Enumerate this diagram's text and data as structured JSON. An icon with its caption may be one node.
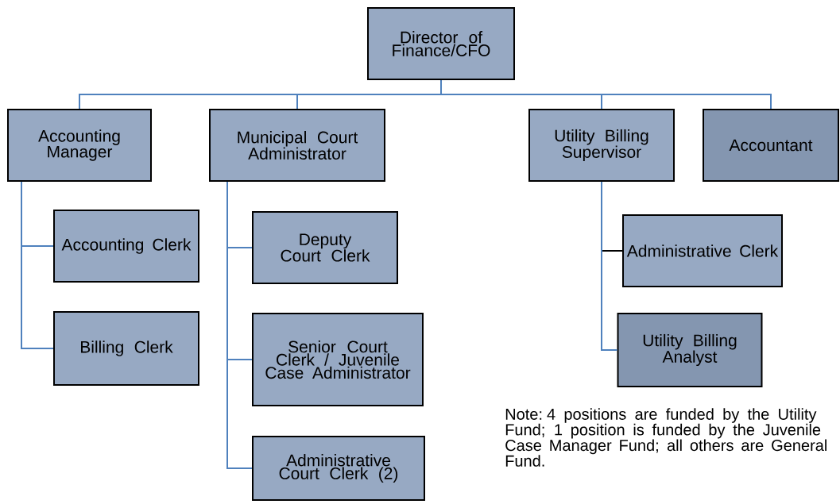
{
  "diagram": {
    "nodes": [
      {
        "text": [
          "Director of Finance/CFO"
        ]
      },
      {
        "text": [
          "Accounting Manager"
        ]
      },
      {
        "text": [
          "Municipal Court Administrator"
        ]
      },
      {
        "text": [
          "Utility Billing Supervisor"
        ]
      },
      {
        "text": [
          "Accountant"
        ]
      },
      {
        "text": [
          "Accounting Clerk"
        ]
      },
      {
        "text": [
          "Billing Clerk"
        ]
      },
      {
        "text": [
          "Deputy Court Clerk"
        ]
      },
      {
        "text": [
          "Senior Court Clerk / Juvenile Case Administrator"
        ]
      },
      {
        "text": [
          "Administrative Court Clerk (2)"
        ]
      },
      {
        "text": [
          "Administrative Clerk"
        ]
      },
      {
        "text": [
          "Utility Billing Analyst"
        ]
      }
    ],
    "edges": [
      {
        "from": 0,
        "to": 1,
        "arrow": "none"
      },
      {
        "from": 0,
        "to": 2,
        "arrow": "none"
      },
      {
        "from": 0,
        "to": 3,
        "arrow": "none"
      },
      {
        "from": 0,
        "to": 4,
        "arrow": "none"
      },
      {
        "from": 1,
        "to": 5,
        "arrow": "none"
      },
      {
        "from": 1,
        "to": 6,
        "arrow": "none"
      },
      {
        "from": 2,
        "to": 7,
        "arrow": "none"
      },
      {
        "from": 2,
        "to": 8,
        "arrow": "none"
      },
      {
        "from": 2,
        "to": 9,
        "arrow": "none"
      },
      {
        "from": 3,
        "to": 10,
        "arrow": "none",
        "color": "#000000"
      },
      {
        "from": 3,
        "to": 11,
        "arrow": "none"
      }
    ],
    "labels": [
      "Note: 4 positions are funded by the Utility Fund; 1 position is funded by the Juvenile Case Manager Fund; all others are General Fund."
    ]
  }
}
